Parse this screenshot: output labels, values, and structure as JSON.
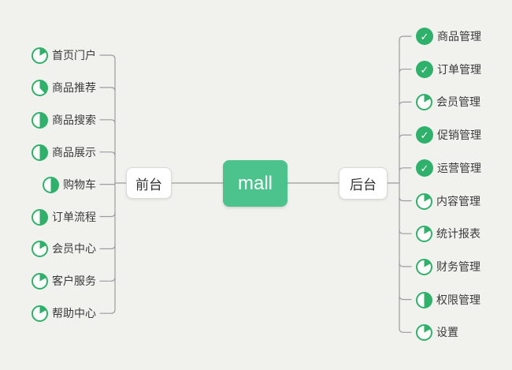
{
  "colors": {
    "background": "#f1f1ee",
    "line": "#9c9c9c",
    "icon_green": "#2fb16b",
    "root_green": "#4cc28d",
    "pie_inner": "#fdfdfb"
  },
  "root": {
    "label": "mall"
  },
  "branches": [
    {
      "id": "frontend",
      "label": "前台",
      "side": "left",
      "items": [
        {
          "label": "首页门户",
          "progress": 17
        },
        {
          "label": "商品推荐",
          "progress": 38
        },
        {
          "label": "商品搜索",
          "progress": 50
        },
        {
          "label": "商品展示",
          "progress": 50
        },
        {
          "label": "购物车",
          "progress": 50
        },
        {
          "label": "订单流程",
          "progress": 50
        },
        {
          "label": "会员中心",
          "progress": 17
        },
        {
          "label": "客户服务",
          "progress": 17
        },
        {
          "label": "帮助中心",
          "progress": 17
        }
      ]
    },
    {
      "id": "backend",
      "label": "后台",
      "side": "right",
      "items": [
        {
          "label": "商品管理",
          "progress": 100
        },
        {
          "label": "订单管理",
          "progress": 100
        },
        {
          "label": "会员管理",
          "progress": 17
        },
        {
          "label": "促销管理",
          "progress": 100
        },
        {
          "label": "运营管理",
          "progress": 100
        },
        {
          "label": "内容管理",
          "progress": 17
        },
        {
          "label": "统计报表",
          "progress": 17
        },
        {
          "label": "财务管理",
          "progress": 17
        },
        {
          "label": "权限管理",
          "progress": 50
        },
        {
          "label": "设置",
          "progress": 17
        }
      ]
    }
  ],
  "icons": {
    "check": "✓",
    "progress": "pie"
  }
}
